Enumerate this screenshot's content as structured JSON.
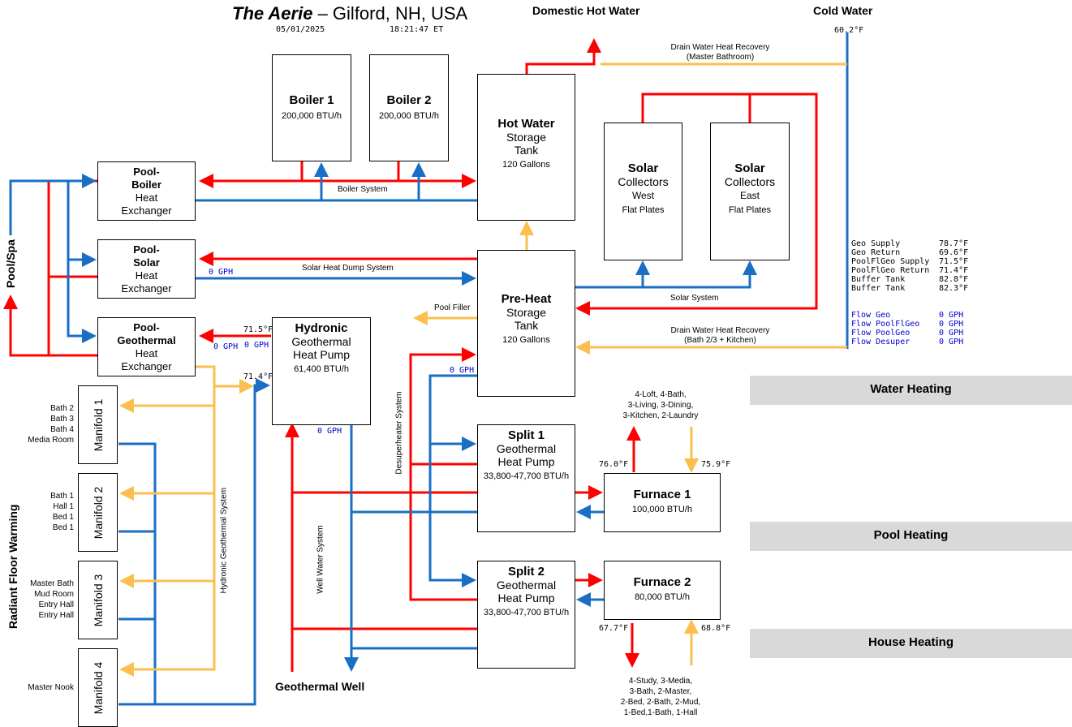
{
  "header": {
    "title_site": "The Aerie",
    "title_loc": "– Gilford, NH, USA",
    "date": "05/01/2025",
    "time": "18:21:47 ET"
  },
  "headings": {
    "domestic_hot_water": "Domestic Hot Water",
    "cold_water": "Cold Water",
    "geothermal_well": "Geothermal Well",
    "pool_spa": "Pool/Spa",
    "radiant_floor": "Radiant Floor Warming"
  },
  "boxes": {
    "boiler1": {
      "title": "Boiler 1",
      "detail": "200,000 BTU/h"
    },
    "boiler2": {
      "title": "Boiler 2",
      "detail": "200,000 BTU/h"
    },
    "hot_water_tank": {
      "title": "Hot Water",
      "line2": "Storage",
      "line3": "Tank",
      "detail": "120 Gallons"
    },
    "solar_west": {
      "title": "Solar",
      "line2": "Collectors",
      "line3": "West",
      "detail": "Flat Plates"
    },
    "solar_east": {
      "title": "Solar",
      "line2": "Collectors",
      "line3": "East",
      "detail": "Flat Plates"
    },
    "pool_boiler_hx": {
      "title1": "Pool-",
      "title2": "Boiler",
      "line3": "Heat",
      "line4": "Exchanger"
    },
    "pool_solar_hx": {
      "title1": "Pool-",
      "title2": "Solar",
      "line3": "Heat",
      "line4": "Exchanger"
    },
    "pool_geo_hx": {
      "title1": "Pool-",
      "title2": "Geothermal",
      "line3": "Heat",
      "line4": "Exchanger"
    },
    "preheat_tank": {
      "title": "Pre-Heat",
      "line2": "Storage",
      "line3": "Tank",
      "detail": "120 Gallons"
    },
    "hydronic_hp": {
      "title": "Hydronic",
      "line2": "Geothermal",
      "line3": "Heat Pump",
      "detail": "61,400 BTU/h"
    },
    "split1": {
      "title": "Split 1",
      "line2": "Geothermal",
      "line3": "Heat Pump",
      "detail": "33,800-47,700 BTU/h"
    },
    "split2": {
      "title": "Split 2",
      "line2": "Geothermal",
      "line3": "Heat Pump",
      "detail": "33,800-47,700 BTU/h"
    },
    "furnace1": {
      "title": "Furnace 1",
      "detail": "100,000 BTU/h"
    },
    "furnace2": {
      "title": "Furnace 2",
      "detail": "80,000 BTU/h"
    },
    "manifold1": {
      "title": "Manifold 1"
    },
    "manifold2": {
      "title": "Manifold 2"
    },
    "manifold3": {
      "title": "Manifold 3"
    },
    "manifold4": {
      "title": "Manifold 4"
    }
  },
  "system_labels": {
    "boiler_system": "Boiler System",
    "solar_heat_dump": "Solar Heat Dump System",
    "solar_system": "Solar System",
    "pool_filler": "Pool Filler",
    "dwhr_master_1": "Drain Water Heat Recovery",
    "dwhr_master_2": "(Master Bathroom)",
    "dwhr_bath_1": "Drain Water Heat Recovery",
    "dwhr_bath_2": "(Bath 2/3 + Kitchen)",
    "desuperheater": "Desuperheater System",
    "hydronic_geo": "Hydronic Geothermal System",
    "well_water": "Well Water System"
  },
  "readings": {
    "cold_water_temp": "60.2°F",
    "solar_dump_flow": "0 GPH",
    "geo_hx_temp_in": "71.5°F",
    "geo_hx_flow_a": "0 GPH",
    "geo_hx_flow_b": "0 GPH",
    "hydronic_in_temp": "71.4°F",
    "hydronic_flow": "0 GPH",
    "preheat_flow": "0 GPH",
    "furnace1_supply": "76.0°F",
    "furnace1_return": "75.9°F",
    "furnace2_supply": "67.7°F",
    "furnace2_return": "68.8°F"
  },
  "sensor_table": [
    {
      "label": "Geo Supply",
      "value": "78.7°F"
    },
    {
      "label": "Geo Return",
      "value": "69.6°F"
    },
    {
      "label": "PoolFlGeo Supply",
      "value": "71.5°F"
    },
    {
      "label": "PoolFlGeo Return",
      "value": "71.4°F"
    },
    {
      "label": "Buffer Tank",
      "value": "82.8°F"
    },
    {
      "label": "Buffer Tank",
      "value": "82.3°F"
    }
  ],
  "flow_table": [
    {
      "label": "Flow Geo",
      "value": "0 GPH"
    },
    {
      "label": "Flow PoolFlGeo",
      "value": "0 GPH"
    },
    {
      "label": "Flow PoolGeo",
      "value": "0 GPH"
    },
    {
      "label": "Flow Desuper",
      "value": "0 GPH"
    }
  ],
  "zones": {
    "furnace1": [
      "4-Loft, 4-Bath,",
      "3-Living, 3-Dining,",
      "3-Kitchen, 2-Laundry"
    ],
    "furnace2": [
      "4-Study, 3-Media,",
      "3-Bath, 2-Master,",
      "2-Bed, 2-Bath, 2-Mud,",
      "1-Bed,1-Bath, 1-Hall"
    ],
    "manifold1": [
      "Bath 2",
      "Bath 3",
      "Bath 4",
      "Media Room"
    ],
    "manifold2": [
      "Bath 1",
      "Hall 1",
      "Bed 1",
      "Bed 1"
    ],
    "manifold3": [
      "Master Bath",
      "Mud Room",
      "Entry Hall",
      "Entry Hall"
    ],
    "manifold4": [
      "Master Nook"
    ]
  },
  "nav_buttons": [
    "Water Heating",
    "Pool Heating",
    "House Heating"
  ],
  "colors": {
    "hot": "#ff0000",
    "cold": "#1a6fc4",
    "warm": "#fbbf4f",
    "button_bg": "#d9d9d9"
  }
}
